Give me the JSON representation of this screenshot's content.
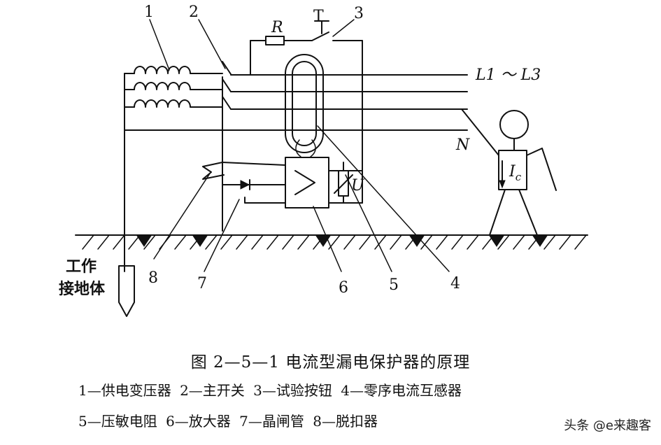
{
  "diagram": {
    "callouts": [
      "1",
      "2",
      "3",
      "4",
      "5",
      "6",
      "7",
      "8"
    ],
    "resistor_label": "R",
    "test_button_symbol": "T",
    "phase_label": "L1 ～ L3",
    "neutral_label": "N",
    "varistor_label": "U",
    "leak_current_label": "I",
    "leak_current_sub": "c",
    "ground_body_label_1": "工作",
    "ground_body_label_2": "接地体"
  },
  "caption": {
    "title": "图 2—5—1   电流型漏电保护器的原理",
    "legend_row_1": "1—供电变压器  2—主开关  3—试验按钮  4—零序电流互感器",
    "legend_row_2": "5—压敏电阻  6—放大器  7—晶闸管  8—脱扣器"
  },
  "watermark": "头条 @e来趣客"
}
